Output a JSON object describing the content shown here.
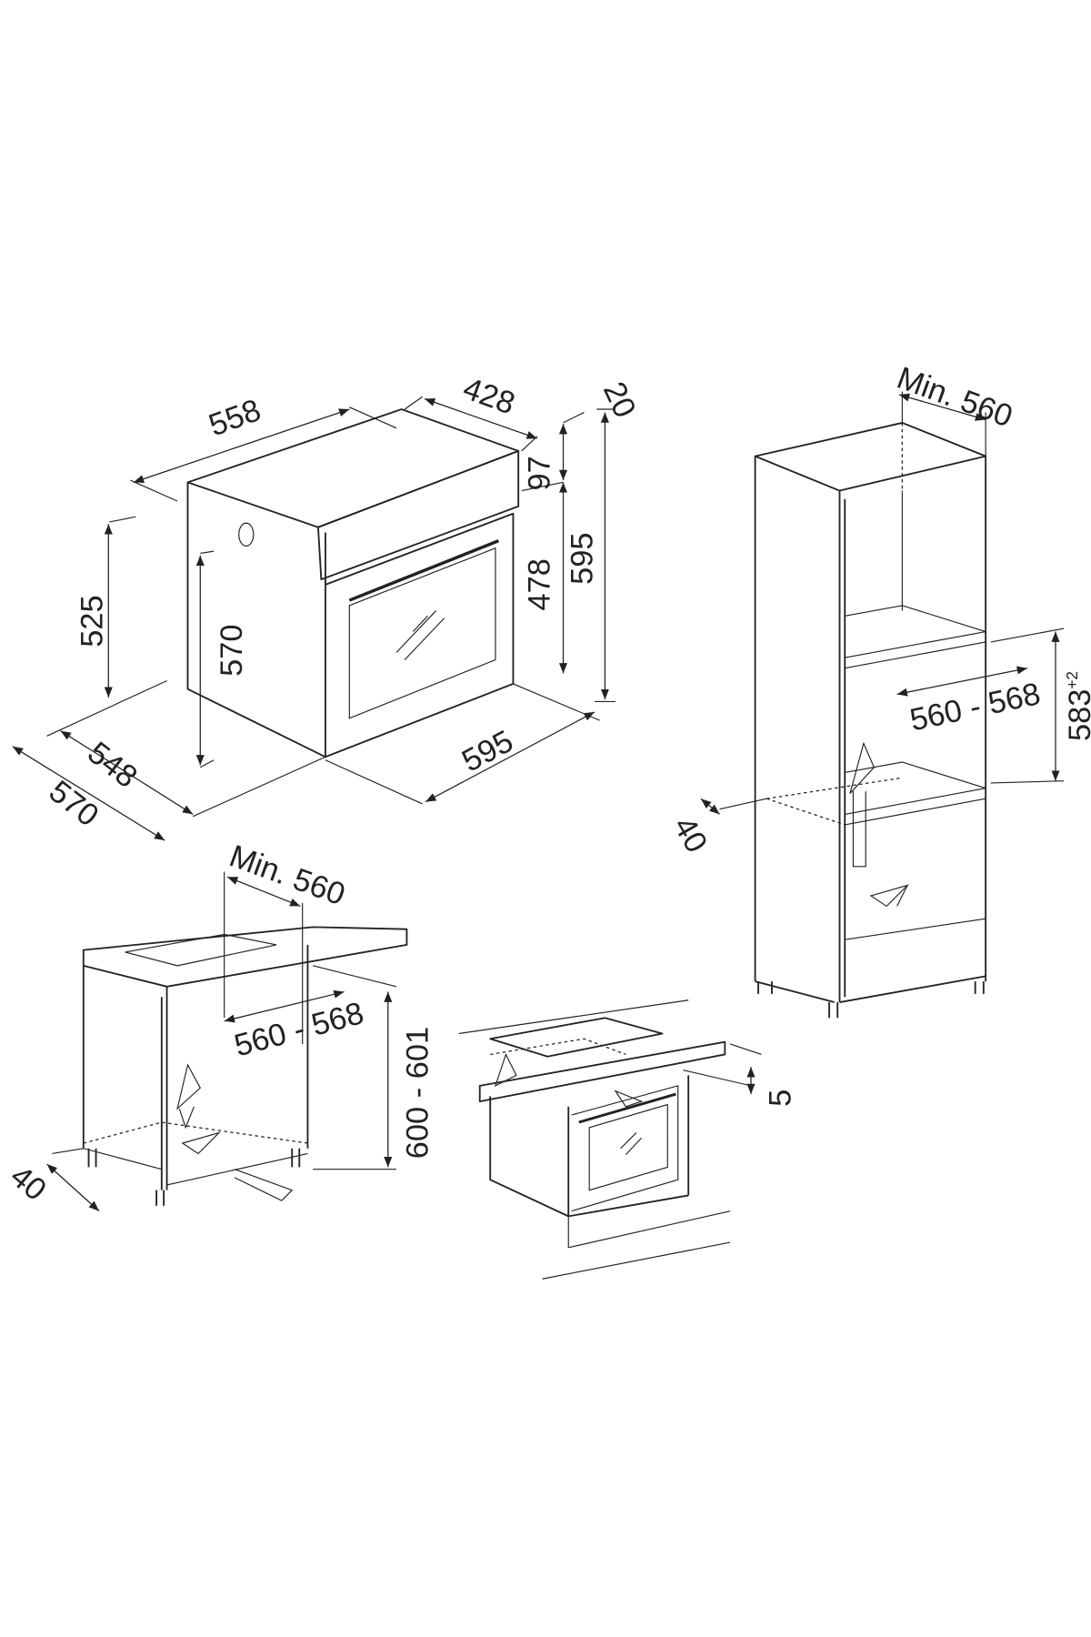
{
  "oven": {
    "width_top": "558",
    "depth_top": "428",
    "panel_offset": "20",
    "panel_height": "97",
    "door_height": "478",
    "total_height": "595",
    "total_width": "595",
    "body_depth": "548",
    "total_depth": "570",
    "side_height": "525",
    "inner_height": "570"
  },
  "tall_cabinet": {
    "min_width": "Min. 560",
    "niche_width": "560 - 568",
    "niche_height": "583",
    "niche_height_tol": "+2",
    "vent_depth": "40"
  },
  "base_cabinet": {
    "min_width": "Min. 560",
    "niche_width": "560 - 568",
    "niche_height": "600 - 601",
    "vent_depth": "40"
  },
  "under_hob": {
    "gap": "5"
  }
}
